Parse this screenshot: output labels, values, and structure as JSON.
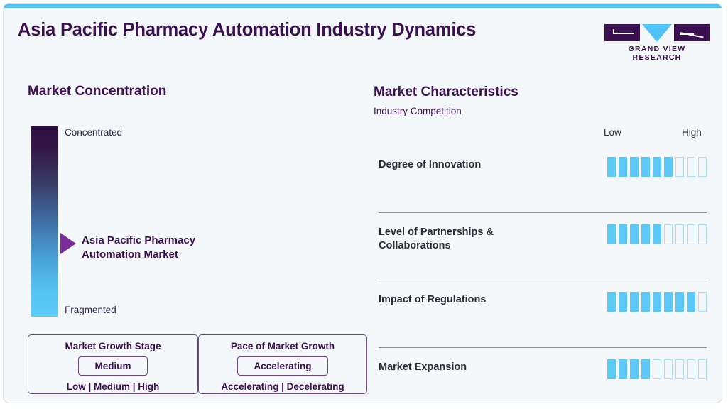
{
  "header": {
    "title": "Asia Pacific Pharmacy Automation Industry Dynamics",
    "logo_text": "GRAND VIEW RESEARCH",
    "accent_color": "#4fc3f7",
    "title_color": "#3b1050"
  },
  "market_concentration": {
    "heading": "Market Concentration",
    "top_label": "Concentrated",
    "bottom_label": "Fragmented",
    "pointer_label": "Asia Pacific Pharmacy Automation Market",
    "pointer_position_pct": 58,
    "gradient_top_color": "#2d0f40",
    "gradient_bottom_color": "#5bcbf7",
    "pointer_color": "#7b2d9e"
  },
  "growth_stage": {
    "title": "Market Growth Stage",
    "value": "Medium",
    "options": "Low | Medium | High"
  },
  "growth_pace": {
    "title": "Pace of Market Growth",
    "value": "Accelerating",
    "options": "Accelerating | Decelerating"
  },
  "market_characteristics": {
    "heading": "Market Characteristics",
    "subheading": "Industry Competition",
    "scale_low": "Low",
    "scale_high": "High",
    "scale_max": 9,
    "rows": [
      {
        "label": "Degree of Innovation",
        "value": 6
      },
      {
        "label": "Level of Partnerships & Collaborations",
        "value": 5
      },
      {
        "label": "Impact of Regulations",
        "value": 8
      },
      {
        "label": "Market Expansion",
        "value": 4
      }
    ],
    "filled_color": "#5bc8f5",
    "empty_color": "#a9dff7"
  }
}
